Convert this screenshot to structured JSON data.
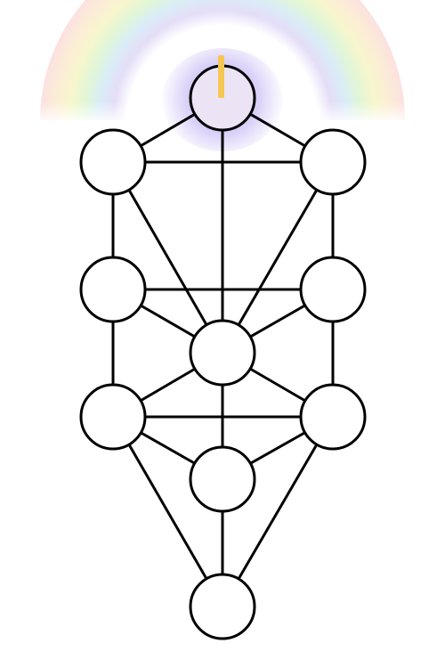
{
  "diagram": {
    "type": "tree-of-life",
    "node_fill": "#ffffff",
    "top_node_fill": "#ece4f5",
    "stroke_color": "#000000",
    "candle_color": "#f6c653",
    "halo_color": "#c6b8f4",
    "rainbow_colors": [
      "#fcdede",
      "#fcebd2",
      "#f7f5c8",
      "#dff6d2",
      "#d6ebf7",
      "#e2daf7"
    ],
    "node_count": 10,
    "edge_count": 22
  }
}
